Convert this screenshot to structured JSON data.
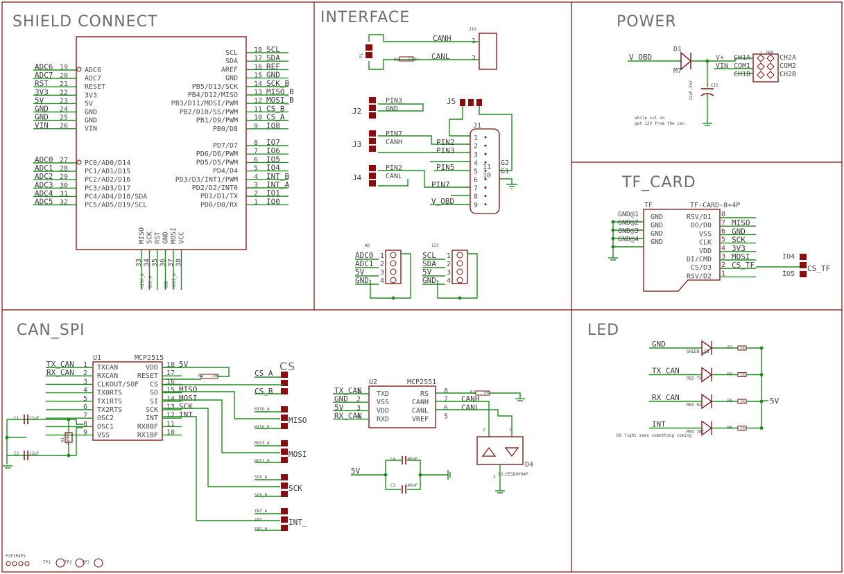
{
  "sections": {
    "shield": "SHIELD CONNECT",
    "interface": "INTERFACE",
    "power": "POWER",
    "tf_card": "TF_CARD",
    "can_spi": "CAN_SPI",
    "led": "LED"
  },
  "shield": {
    "left_nets": [
      {
        "net": "ADC6",
        "num": "19",
        "pin": "ADC6"
      },
      {
        "net": "ADC7",
        "num": "20",
        "pin": "ADC7"
      },
      {
        "net": "RST",
        "num": "21",
        "pin": "RESET"
      },
      {
        "net": "3V3",
        "num": "22",
        "pin": "3V3"
      },
      {
        "net": "5V",
        "num": "23",
        "pin": "5V"
      },
      {
        "net": "GND",
        "num": "24",
        "pin": "GND"
      },
      {
        "net": "GND",
        "num": "25",
        "pin": "GND"
      },
      {
        "net": "VIN",
        "num": "26",
        "pin": "VIN"
      }
    ],
    "left_adc": [
      {
        "net": "ADC0",
        "num": "27",
        "pin": "PC0/AD0/D14"
      },
      {
        "net": "ADC1",
        "num": "28",
        "pin": "PC1/AD1/D15"
      },
      {
        "net": "ADC2",
        "num": "29",
        "pin": "PC2/AD2/D16"
      },
      {
        "net": "ADC3",
        "num": "30",
        "pin": "PC3/AD3/D17"
      },
      {
        "net": "ADC4",
        "num": "31",
        "pin": "PC4/AD4/D18/SDA"
      },
      {
        "net": "ADC5",
        "num": "32",
        "pin": "PC5/AD5/D19/SCL"
      }
    ],
    "right_top": [
      {
        "pin": "SCL",
        "num": "18",
        "net": "SCL"
      },
      {
        "pin": "SDA",
        "num": "17",
        "net": "SDA"
      },
      {
        "pin": "AREF",
        "num": "16",
        "net": "REF"
      },
      {
        "pin": "GND",
        "num": "15",
        "net": "GND"
      },
      {
        "pin": "PB5/D13/SCK",
        "num": "14",
        "net": "SCK_B"
      },
      {
        "pin": "PB4/D12/MISO",
        "num": "13",
        "net": "MISO_B"
      },
      {
        "pin": "PB3/D11/MOSI/PWM",
        "num": "12",
        "net": "MOSI_B"
      },
      {
        "pin": "PB2/D10/SS/PWM",
        "num": "11",
        "net": "CS_B"
      },
      {
        "pin": "PB1/D9/PWM",
        "num": "10",
        "net": "CS_A"
      },
      {
        "pin": "PB0/D8",
        "num": "9",
        "net": "IO8"
      }
    ],
    "right_bottom": [
      {
        "pin": "PD7/D7",
        "num": "8",
        "net": "IO7"
      },
      {
        "pin": "PD6/D6/PWM",
        "num": "7",
        "net": "IO6"
      },
      {
        "pin": "PD5/D5/PWM",
        "num": "6",
        "net": "IO5"
      },
      {
        "pin": "PD4/D4",
        "num": "5",
        "net": "IO4"
      },
      {
        "pin": "PD3/D3/INT1/PWM",
        "num": "4",
        "net": "INT_B"
      },
      {
        "pin": "PD2/D2/INT0",
        "num": "3",
        "net": "INT_A"
      },
      {
        "pin": "PD1/D1/TX",
        "num": "2",
        "net": "IO1"
      },
      {
        "pin": "PD0/D0/RX",
        "num": "1",
        "net": "IO0"
      }
    ],
    "bottom_pins": [
      {
        "pin": "MISO",
        "num": "33",
        "net": "MISO_A"
      },
      {
        "pin": "SCK",
        "num": "34",
        "net": "SCK_A"
      },
      {
        "pin": "RST",
        "num": "35",
        "net": ""
      },
      {
        "pin": "GND",
        "num": "36",
        "net": "GND"
      },
      {
        "pin": "MOSI",
        "num": "37",
        "net": "MOSI_A"
      },
      {
        "pin": "VCC",
        "num": "38",
        "net": ""
      }
    ]
  },
  "interface": {
    "j10": "J10",
    "canh": "CANH",
    "canl": "CANL",
    "p1": "P1",
    "r3": "R3",
    "r3v": "120R",
    "j2": "J2",
    "j3": "J3",
    "j4": "J4",
    "j5": "J5",
    "j1": "J1",
    "pin3": "PIN3",
    "gnd": "GND",
    "pin7": "PIN7",
    "pin2": "PIN2",
    "pin5": "PIN5",
    "pin2b": "PIN2",
    "pin3b": "PIN3",
    "pin7b": "PIN7",
    "vobd": "V_OBD",
    "g2": "G2",
    "g1": "G1",
    "n11": "11",
    "n10": "10",
    "j1pins": [
      "1",
      "2",
      "3",
      "4",
      "5",
      "6",
      "7",
      "8",
      "9"
    ],
    "ad_title": "AD",
    "ad_nets": [
      "ADC0",
      "ADC1",
      "5V",
      "GND"
    ],
    "i2c_title": "I2C",
    "i2c_nets": [
      "SCL",
      "SDA",
      "5V",
      "GND"
    ],
    "conn_pins": [
      "1",
      "2",
      "3",
      "4"
    ],
    "n1": "1",
    "n2": "2"
  },
  "power": {
    "vobd": "V_OBD",
    "d1": "D1",
    "m7": "M7",
    "vplus": "V+",
    "vin": "VIN",
    "obd": "L_OBD",
    "ch1a": "CH1A",
    "ch2a": "CH2A",
    "com1": "COM1",
    "com2": "COM2",
    "ch1b": "CH1B",
    "ch2b": "CH2B",
    "c15": "C15",
    "c15v": "22uF,35V",
    "note1": "while sul on",
    "note2": "get 12V from the car."
  },
  "tf": {
    "tf": "TF",
    "part": "TF-CARD-8+4P",
    "gnds": [
      "GND@1",
      "GND@2",
      "GND@3",
      "GND@4"
    ],
    "inner_left": [
      "GND",
      "GND",
      "GND",
      "GND"
    ],
    "inner_right": [
      "RSV/D1",
      "DO/D0",
      "VSS",
      "CLK",
      "VDD",
      "DI/CMD",
      "CS/D3",
      "RSV/D2"
    ],
    "nums": [
      "8",
      "7",
      "6",
      "5",
      "4",
      "3",
      "2",
      "1"
    ],
    "nets": [
      "",
      "MISO",
      "GND",
      "SCK",
      "3V3",
      "MOSI",
      "CS_TF",
      ""
    ],
    "io4": "IO4",
    "io5": "IO5",
    "cs_tf": "CS_TF"
  },
  "canspi": {
    "u1": "U1",
    "u1part": "MCP2515",
    "left": [
      {
        "net": "TX_CAN",
        "num": "1",
        "pin": "TXCAN"
      },
      {
        "net": "RX_CAN",
        "num": "2",
        "pin": "RXCAN"
      },
      {
        "net": "",
        "num": "3",
        "pin": "CLKOUT/SOF"
      },
      {
        "net": "",
        "num": "4",
        "pin": "TX0RTS"
      },
      {
        "net": "",
        "num": "5",
        "pin": "TX1RTS"
      },
      {
        "net": "",
        "num": "6",
        "pin": "TX2RTS"
      },
      {
        "net": "",
        "num": "7",
        "pin": "OSC2"
      },
      {
        "net": "",
        "num": "8",
        "pin": "OSC1"
      },
      {
        "net": "",
        "num": "9",
        "pin": "VSS"
      }
    ],
    "right": [
      {
        "pin": "VDD",
        "num": "18",
        "net": "5V"
      },
      {
        "pin": "RESET",
        "num": "17",
        "net": ""
      },
      {
        "pin": "CS",
        "num": "16",
        "net": ""
      },
      {
        "pin": "SO",
        "num": "15",
        "net": "MISO"
      },
      {
        "pin": "SI",
        "num": "14",
        "net": "MOSI"
      },
      {
        "pin": "SCK",
        "num": "13",
        "net": "SCK"
      },
      {
        "pin": "INT",
        "num": "12",
        "net": "INT"
      },
      {
        "pin": "RX0BF",
        "num": "11",
        "net": ""
      },
      {
        "pin": "RX1BF",
        "num": "10",
        "net": ""
      }
    ],
    "r2": "R2",
    "r2v": "10k",
    "c1": "C1",
    "c1v": "22pF",
    "c2": "C2",
    "c2v": "22pF",
    "x1": "X1",
    "x1v": "16MHz",
    "cs": "CS",
    "cs_a": "CS_A",
    "cs_b": "CS_B",
    "miso_a": "MISO_A",
    "miso": "MISO",
    "miso_b": "MISO_B",
    "mosi_a": "MOSI_A",
    "mosi": "MOSI",
    "mosi_b": "MOSI_B",
    "sck_a": "SCK_A",
    "sck": "SCK",
    "sck_b": "SCK_B",
    "int_a": "INT_A",
    "int": "INT",
    "int_lbl": "INT_",
    "int_b": "INT_B",
    "u2": "U2",
    "u2part": "MCP2551",
    "u2left": [
      {
        "net": "TX_CAN",
        "num": "1",
        "pin": "TXD"
      },
      {
        "net": "GND",
        "num": "2",
        "pin": "VSS"
      },
      {
        "net": "5V",
        "num": "3",
        "pin": "VDD"
      },
      {
        "net": "RX_CAN",
        "num": "4",
        "pin": "RXD"
      }
    ],
    "u2right": [
      {
        "pin": "RS",
        "num": "8",
        "net": ""
      },
      {
        "pin": "CANH",
        "num": "7",
        "net": "CANH"
      },
      {
        "pin": "CANL",
        "num": "6",
        "net": "CANL"
      },
      {
        "pin": "VREF",
        "num": "5",
        "net": ""
      }
    ],
    "r1": "R1",
    "r1v": "0R",
    "d4": "D4",
    "d4part": "CJ;CESD9V0AP",
    "d4n1": "1",
    "d4n2": "2",
    "d4n3": "3",
    "c4": "C4",
    "c4v": "100nF",
    "c3": "C3",
    "c3v": "100nF",
    "v5": "5V",
    "tp": "P2P3P4P5",
    "tp1": "TP1",
    "tp2": "TP2",
    "tp3": "TP3"
  },
  "led": {
    "nets": [
      "GND",
      "TX_CAN",
      "RX_CAN",
      "INT"
    ],
    "leds": [
      "GREEN LED",
      "RED TX",
      "RED RX",
      "RED INT"
    ],
    "res": [
      "R7",
      "R4",
      "R5",
      "R6"
    ],
    "resv": [
      "1k",
      "1k",
      "1k",
      "1k"
    ],
    "v5": "5V",
    "note": "D9 light seen something coming"
  }
}
